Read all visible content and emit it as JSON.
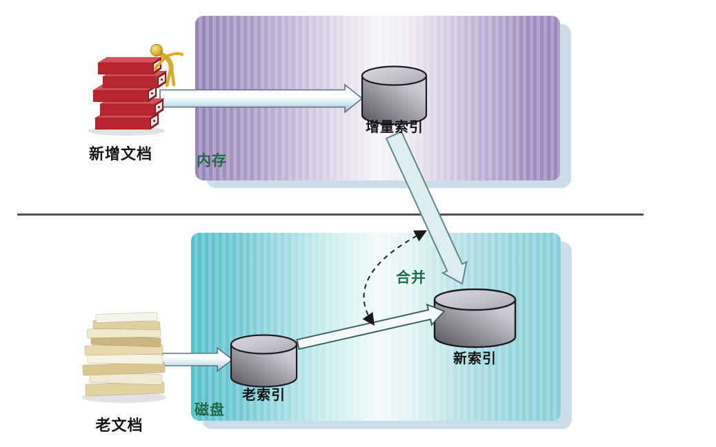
{
  "regions": {
    "memory": {
      "label": "内存"
    },
    "disk": {
      "label": "磁盘"
    }
  },
  "nodes": {
    "new_docs": {
      "label": "新增文档"
    },
    "incremental_index": {
      "label": "增量索引"
    },
    "old_docs": {
      "label": "老文档"
    },
    "old_index": {
      "label": "老索引"
    },
    "new_index": {
      "label": "新索引"
    }
  },
  "edges": {
    "merge": {
      "label": "合并"
    }
  },
  "colors": {
    "green_label": "#1e6b48",
    "node_label": "#141414",
    "memory_purple": "#9d89bd",
    "disk_teal": "#66c5d0",
    "shadow_blue": "#ccdde9",
    "separator_gray": "#4f4f4f",
    "arrow_fill": "#ddeef3",
    "arrow_outline": "#5d7a85",
    "cylinder_outline": "#1b1b22"
  }
}
